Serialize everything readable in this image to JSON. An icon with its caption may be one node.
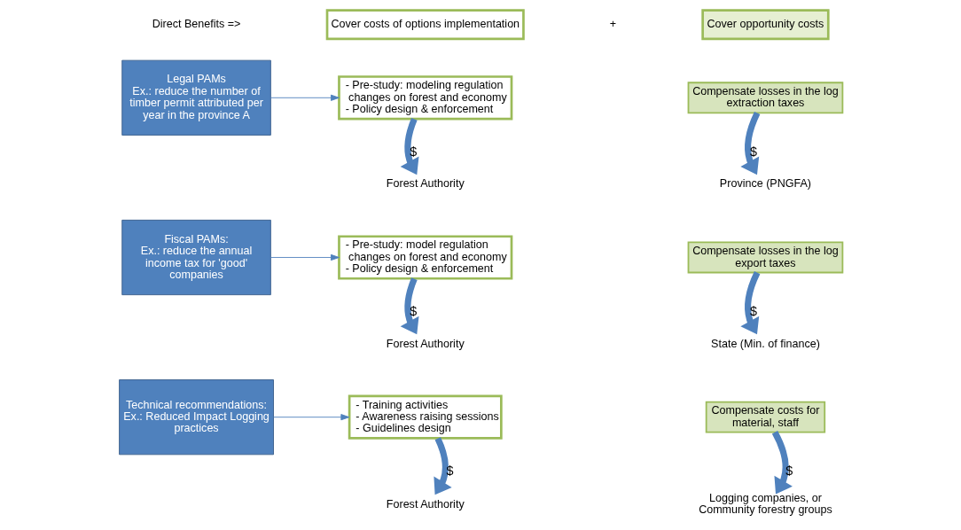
{
  "diagram": {
    "nodes": [
      {
        "text": [
          "Cover costs of options implementation"
        ]
      },
      {
        "text": [
          "Cover opportunity costs"
        ]
      },
      {
        "text": [
          "Legal PAMs",
          "Ex.: reduce the number of timber permit attributed per year in the province A"
        ]
      },
      {
        "text": [
          "- Pre-study: modeling regulation changes on forest and economy",
          "- Policy design & enforcement"
        ]
      },
      {
        "text": [
          "Forest Authority"
        ]
      },
      {
        "text": [
          "Compensate losses in the log extraction taxes"
        ]
      },
      {
        "text": [
          "Province (PNGFA)"
        ]
      },
      {
        "text": [
          "Fiscal PAMs:",
          "Ex.: reduce the annual income tax for 'good' companies"
        ]
      },
      {
        "text": [
          "- Pre-study: model regulation changes on forest and economy",
          "- Policy design & enforcement"
        ]
      },
      {
        "text": [
          "Forest Authority"
        ]
      },
      {
        "text": [
          "Compensate losses in the log export taxes"
        ]
      },
      {
        "text": [
          "State (Min. of finance)"
        ]
      },
      {
        "text": [
          "Technical recommendations:",
          "Ex.: Reduced Impact Logging practices"
        ]
      },
      {
        "text": [
          "- Training activities",
          "- Awareness raising sessions",
          "- Guidelines design"
        ]
      },
      {
        "text": [
          "Forest Authority"
        ]
      },
      {
        "text": [
          "Compensate costs for material, staff"
        ]
      },
      {
        "text": [
          "Logging companies, or Community forestry groups"
        ]
      }
    ],
    "edges": [
      {
        "from": 2,
        "to": 3,
        "arrow": "to"
      },
      {
        "from": 3,
        "to": 4,
        "arrow": "to",
        "label": "$"
      },
      {
        "from": 5,
        "to": 6,
        "arrow": "to",
        "label": "$"
      },
      {
        "from": 7,
        "to": 8,
        "arrow": "to"
      },
      {
        "from": 8,
        "to": 9,
        "arrow": "to",
        "label": "$"
      },
      {
        "from": 10,
        "to": 11,
        "arrow": "to",
        "label": "$"
      },
      {
        "from": 12,
        "to": 13,
        "arrow": "to"
      },
      {
        "from": 13,
        "to": 14,
        "arrow": "to",
        "label": "$"
      },
      {
        "from": 15,
        "to": 16,
        "arrow": "to",
        "label": "$"
      }
    ],
    "labels": [
      "Direct Benefits =>",
      "+"
    ]
  }
}
